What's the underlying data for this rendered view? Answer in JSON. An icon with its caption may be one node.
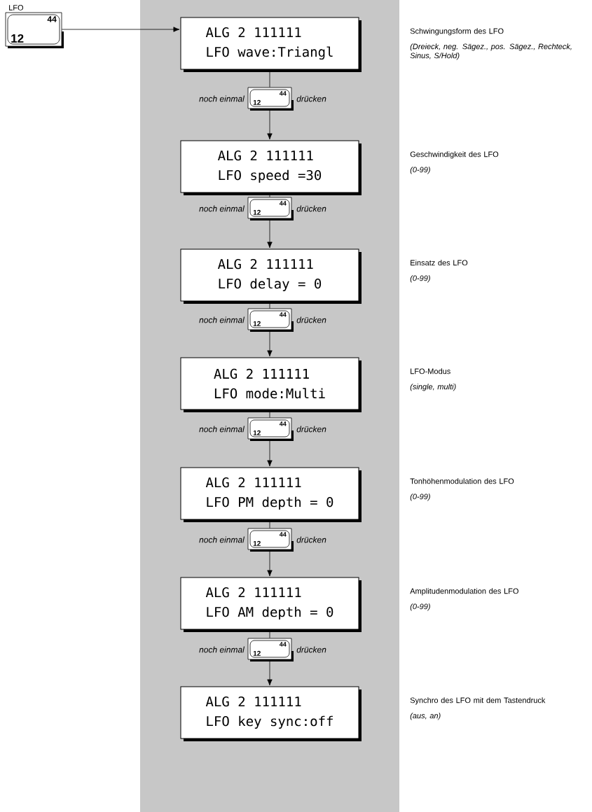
{
  "diagram": {
    "nodes": [
      {
        "text": [
          "44",
          "12"
        ],
        "beside": [
          "LFO"
        ]
      },
      {
        "text": [
          "ALG 2 111111",
          "LFO wave:Triangl"
        ],
        "beside": [
          "Schwingungsform des LFO",
          "(Dreieck, neg. Sägez., pos. Sägez., Rechteck, Sinus, S/Hold)"
        ]
      },
      {
        "text": [
          "44",
          "12"
        ],
        "beside": [
          "noch einmal",
          "drücken"
        ]
      },
      {
        "text": [
          "ALG 2 111111",
          "LFO speed =30"
        ],
        "beside": [
          "Geschwindigkeit des LFO",
          "(0-99)"
        ]
      },
      {
        "text": [
          "44",
          "12"
        ],
        "beside": [
          "noch einmal",
          "drücken"
        ]
      },
      {
        "text": [
          "ALG 2 111111",
          "LFO delay = 0"
        ],
        "beside": [
          "Einsatz des LFO",
          "(0-99)"
        ]
      },
      {
        "text": [
          "44",
          "12"
        ],
        "beside": [
          "noch einmal",
          "drücken"
        ]
      },
      {
        "text": [
          "ALG 2 111111",
          "LFO mode:Multi"
        ],
        "beside": [
          "LFO-Modus",
          "(single, multi)"
        ]
      },
      {
        "text": [
          "44",
          "12"
        ],
        "beside": [
          "noch einmal",
          "drücken"
        ]
      },
      {
        "text": [
          "ALG 2 111111",
          "LFO PM depth = 0"
        ],
        "beside": [
          "Tonhöhenmodulation des LFO",
          "(0-99)"
        ]
      },
      {
        "text": [
          "44",
          "12"
        ],
        "beside": [
          "noch einmal",
          "drücken"
        ]
      },
      {
        "text": [
          "ALG 2 111111",
          "LFO AM depth = 0"
        ],
        "beside": [
          "Amplitudenmodulation des LFO",
          "(0-99)"
        ]
      },
      {
        "text": [
          "44",
          "12"
        ],
        "beside": [
          "noch einmal",
          "drücken"
        ]
      },
      {
        "text": [
          "ALG 2 111111",
          "LFO key sync:off"
        ],
        "beside": [
          "Synchro des LFO mit dem Tastendruck",
          "(aus, an)"
        ]
      }
    ],
    "edges": [
      {
        "from": 0,
        "to": 1,
        "arrow": "to"
      },
      {
        "from": 1,
        "to": 2,
        "arrow": "none"
      },
      {
        "from": 2,
        "to": 3,
        "arrow": "to"
      },
      {
        "from": 3,
        "to": 4,
        "arrow": "none"
      },
      {
        "from": 4,
        "to": 5,
        "arrow": "to"
      },
      {
        "from": 5,
        "to": 6,
        "arrow": "none"
      },
      {
        "from": 6,
        "to": 7,
        "arrow": "to"
      },
      {
        "from": 7,
        "to": 8,
        "arrow": "none"
      },
      {
        "from": 8,
        "to": 9,
        "arrow": "to"
      },
      {
        "from": 9,
        "to": 10,
        "arrow": "none"
      },
      {
        "from": 10,
        "to": 11,
        "arrow": "to"
      },
      {
        "from": 11,
        "to": 12,
        "arrow": "none"
      },
      {
        "from": 12,
        "to": 13,
        "arrow": "to"
      }
    ]
  }
}
